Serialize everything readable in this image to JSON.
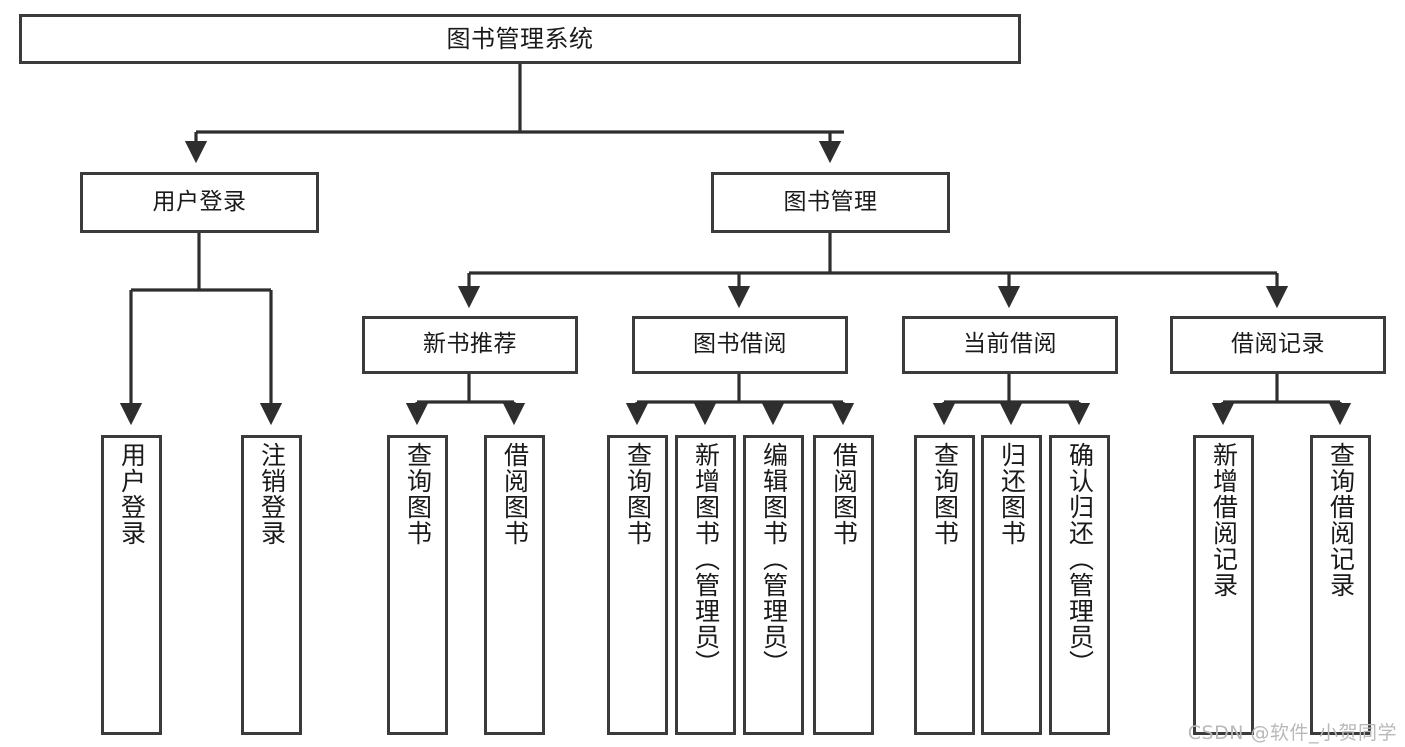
{
  "diagram": {
    "title": "图书管理系统",
    "root": {
      "label": "图书管理系统"
    },
    "level1": [
      {
        "label": "用户登录"
      },
      {
        "label": "图书管理"
      }
    ],
    "level2": [
      {
        "label": "新书推荐"
      },
      {
        "label": "图书借阅"
      },
      {
        "label": "当前借阅"
      },
      {
        "label": "借阅记录"
      }
    ],
    "leaves": {
      "user_login": [
        {
          "label": "用户登录"
        },
        {
          "label": "注销登录"
        }
      ],
      "new_book_rec": [
        {
          "label": "查询图书"
        },
        {
          "label": "借阅图书"
        }
      ],
      "book_borrow": [
        {
          "label": "查询图书"
        },
        {
          "label": "新增图书（管理员）"
        },
        {
          "label": "编辑图书（管理员）"
        },
        {
          "label": "借阅图书"
        }
      ],
      "current_borrow": [
        {
          "label": "查询图书"
        },
        {
          "label": "归还图书"
        },
        {
          "label": "确认归还（管理员）"
        }
      ],
      "borrow_record": [
        {
          "label": "新增借阅记录"
        },
        {
          "label": "查询借阅记录"
        }
      ]
    }
  },
  "watermark": {
    "text": "CSDN @软件_小贺同学"
  },
  "colors": {
    "border": "#3b3b3b",
    "background": "#ffffff",
    "text": "#1a1a1a",
    "watermark": "#b9b9b9"
  }
}
